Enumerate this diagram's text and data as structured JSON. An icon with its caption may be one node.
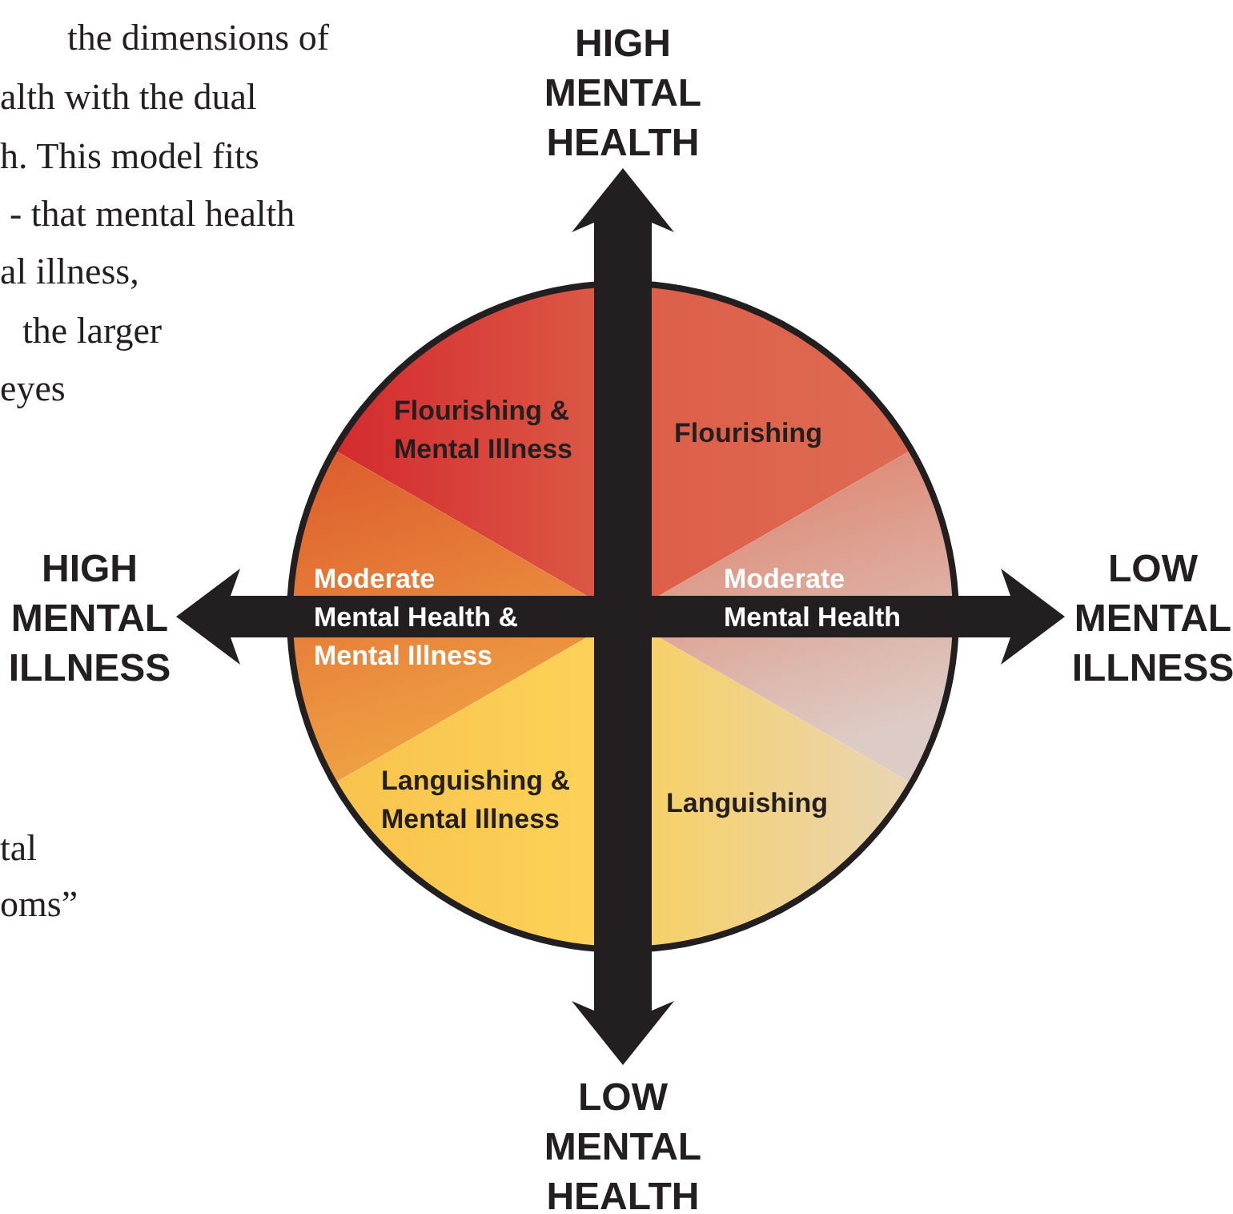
{
  "diagram": {
    "nodes": [
      {
        "text": [
          "Flourishing & Mental Illness"
        ]
      },
      {
        "text": [
          "Flourishing"
        ]
      },
      {
        "text": [
          "Moderate Mental Health & Mental Illness"
        ]
      },
      {
        "text": [
          "Moderate Mental Health"
        ]
      },
      {
        "text": [
          "Languishing & Mental Illness"
        ]
      },
      {
        "text": [
          "Languishing"
        ]
      }
    ],
    "edges": [],
    "labels": [
      "the dimensions of",
      "alth with the dual",
      "h. This model fits",
      "- that mental health",
      "al illness,",
      "the larger",
      "eyes",
      "tal",
      "oms”",
      "HIGH MENTAL HEALTH",
      "HIGH MENTAL ILLNESS",
      "LOW MENTAL ILLNESS",
      "LOW MENTAL HEALTH"
    ]
  }
}
